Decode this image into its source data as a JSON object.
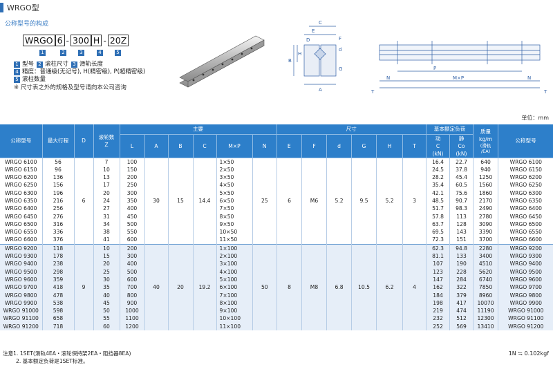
{
  "header": {
    "title": "WRGO型",
    "subtitle": "公称型号的构成"
  },
  "model_code": {
    "segments": [
      "WRGO",
      "6",
      "300",
      "H",
      "20Z"
    ],
    "separators": [
      "",
      "-",
      "",
      "-"
    ],
    "numbers": [
      "1",
      "2",
      "3",
      "4",
      "5"
    ]
  },
  "legend": {
    "items": [
      {
        "n1": "1",
        "t1": "型号",
        "n2": "2",
        "t2": "滚柱尺寸",
        "n3": "3",
        "t3": "滑轨长度"
      },
      {
        "n1": "4",
        "t1": "精度：普通级(无记号), H(精密级), P(超精密级)"
      },
      {
        "n1": "5",
        "t1": "滚柱数量"
      }
    ],
    "note": "※ 尺寸表之外的规格及型号请向本公司咨询"
  },
  "drawing_labels": {
    "side": [
      "C",
      "E",
      "D",
      "F",
      "d",
      "H",
      "B",
      "G",
      "A"
    ],
    "front": [
      "N",
      "M×P",
      "T",
      "T",
      "P",
      "N"
    ]
  },
  "unit": "单位：mm",
  "table": {
    "headers": {
      "model": "公称型号",
      "stroke": "最大行程",
      "D": "D",
      "rollers": "滚轮数",
      "Z": "Z",
      "main": "主要",
      "L": "L",
      "A": "A",
      "B": "B",
      "C": "C",
      "MxP": "M×P",
      "N": "N",
      "dim": "尺寸",
      "E": "E",
      "F": "F",
      "d": "d",
      "G": "G",
      "H": "H",
      "T": "T",
      "rated": "基本额定负荷",
      "dyn": "动",
      "dyn_sym": "C",
      "dyn_unit": "(kN)",
      "stat": "静",
      "stat_sym": "Co",
      "stat_unit": "(kN)",
      "mass": "质量",
      "mass_unit": "kg/m",
      "mass_sub1": "(滑轨",
      "mass_sub2": "/EA)",
      "model2": "公称型号"
    },
    "groups": [
      {
        "D": "6",
        "A": "30",
        "B": "15",
        "C": "14.4",
        "N": "25",
        "E": "6",
        "F": "M6",
        "d": "5.2",
        "G": "9.5",
        "H": "5.2",
        "T": "3",
        "rows": [
          [
            "WRGO 6100",
            "56",
            "7",
            "100",
            "1×50",
            "16.4",
            "22.7",
            "640",
            "WRGO 6100"
          ],
          [
            "WRGO 6150",
            "96",
            "10",
            "150",
            "2×50",
            "24.5",
            "37.8",
            "940",
            "WRGO 6150"
          ],
          [
            "WRGO 6200",
            "136",
            "13",
            "200",
            "3×50",
            "28.2",
            "45.4",
            "1250",
            "WRGO 6200"
          ],
          [
            "WRGO 6250",
            "156",
            "17",
            "250",
            "4×50",
            "35.4",
            "60.5",
            "1560",
            "WRGO 6250"
          ],
          [
            "WRGO 6300",
            "196",
            "20",
            "300",
            "5×50",
            "42.1",
            "75.6",
            "1860",
            "WRGO 6300"
          ],
          [
            "WRGO 6350",
            "216",
            "24",
            "350",
            "6×50",
            "48.5",
            "90.7",
            "2170",
            "WRGO 6350"
          ],
          [
            "WRGO 6400",
            "256",
            "27",
            "400",
            "7×50",
            "51.7",
            "98.3",
            "2490",
            "WRGO 6400"
          ],
          [
            "WRGO 6450",
            "276",
            "31",
            "450",
            "8×50",
            "57.8",
            "113",
            "2780",
            "WRGO 6450"
          ],
          [
            "WRGO 6500",
            "316",
            "34",
            "500",
            "9×50",
            "63.7",
            "128",
            "3090",
            "WRGO 6500"
          ],
          [
            "WRGO 6550",
            "336",
            "38",
            "550",
            "10×50",
            "69.5",
            "143",
            "3390",
            "WRGO 6550"
          ],
          [
            "WRGO 6600",
            "376",
            "41",
            "600",
            "11×50",
            "72.3",
            "151",
            "3700",
            "WRGO 6600"
          ]
        ]
      },
      {
        "D": "9",
        "A": "40",
        "B": "20",
        "C": "19.2",
        "N": "50",
        "E": "8",
        "F": "M8",
        "d": "6.8",
        "G": "10.5",
        "H": "6.2",
        "T": "4",
        "rows": [
          [
            "WRGO 9200",
            "118",
            "10",
            "200",
            "1×100",
            "62.3",
            "94.8",
            "2280",
            "WRGO 9200"
          ],
          [
            "WRGO 9300",
            "178",
            "15",
            "300",
            "2×100",
            "81.1",
            "133",
            "3400",
            "WRGO 9300"
          ],
          [
            "WRGO 9400",
            "238",
            "20",
            "400",
            "3×100",
            "107",
            "190",
            "4510",
            "WRGO 9400"
          ],
          [
            "WRGO 9500",
            "298",
            "25",
            "500",
            "4×100",
            "123",
            "228",
            "5620",
            "WRGO 9500"
          ],
          [
            "WRGO 9600",
            "359",
            "30",
            "600",
            "5×100",
            "147",
            "284",
            "6740",
            "WRGO 9600"
          ],
          [
            "WRGO 9700",
            "418",
            "35",
            "700",
            "6×100",
            "162",
            "322",
            "7850",
            "WRGO 9700"
          ],
          [
            "WRGO 9800",
            "478",
            "40",
            "800",
            "7×100",
            "184",
            "379",
            "8960",
            "WRGO 9800"
          ],
          [
            "WRGO 9900",
            "538",
            "45",
            "900",
            "8×100",
            "198",
            "417",
            "10070",
            "WRGO 9900"
          ],
          [
            "WRGO 91000",
            "598",
            "50",
            "1000",
            "9×100",
            "219",
            "474",
            "11190",
            "WRGO 91000"
          ],
          [
            "WRGO 91100",
            "658",
            "55",
            "1100",
            "10×100",
            "232",
            "512",
            "12300",
            "WRGO 91100"
          ],
          [
            "WRGO 91200",
            "718",
            "60",
            "1200",
            "11×100",
            "252",
            "569",
            "13410",
            "WRGO 91200"
          ]
        ]
      }
    ]
  },
  "footer": {
    "line1": "注意1. 1SET(滑轨4EA・滚轮保持架2EA・阻挡器8EA)",
    "line2": "2. 基本额定负荷是1SET标准。",
    "right": "1N ≒ 0.102kgf"
  },
  "colors": {
    "header_blue": "#2d7fca",
    "accent": "#2f6fb5",
    "alt_row": "#e6eef8"
  }
}
